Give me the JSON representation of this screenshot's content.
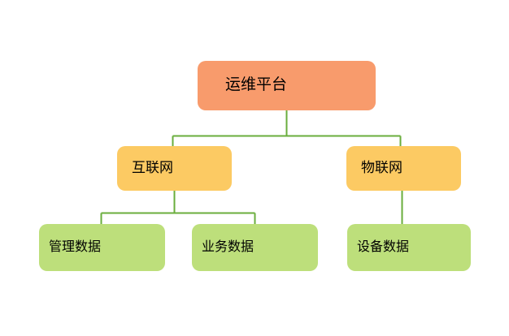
{
  "diagram": {
    "type": "org-tree",
    "orientation": "top-down",
    "background_color": "#ffffff",
    "connector_color": "#6aae3c",
    "text_color": "#000000",
    "levels": [
      {
        "level": 1,
        "fill_color": "#f89b6c",
        "nodes": [
          {
            "id": "root",
            "label": "运维平台"
          }
        ]
      },
      {
        "level": 2,
        "fill_color": "#fcca63",
        "nodes": [
          {
            "id": "internet",
            "label": "互联网"
          },
          {
            "id": "iot",
            "label": "物联网"
          }
        ]
      },
      {
        "level": 3,
        "fill_color": "#bddf7b",
        "nodes": [
          {
            "id": "mgmt_data",
            "label": "管理数据"
          },
          {
            "id": "biz_data",
            "label": "业务数据"
          },
          {
            "id": "device_data",
            "label": "设备数据"
          }
        ]
      }
    ],
    "edges": [
      {
        "from": "root",
        "to": "internet"
      },
      {
        "from": "root",
        "to": "iot"
      },
      {
        "from": "internet",
        "to": "mgmt_data"
      },
      {
        "from": "internet",
        "to": "biz_data"
      },
      {
        "from": "iot",
        "to": "device_data"
      }
    ]
  }
}
